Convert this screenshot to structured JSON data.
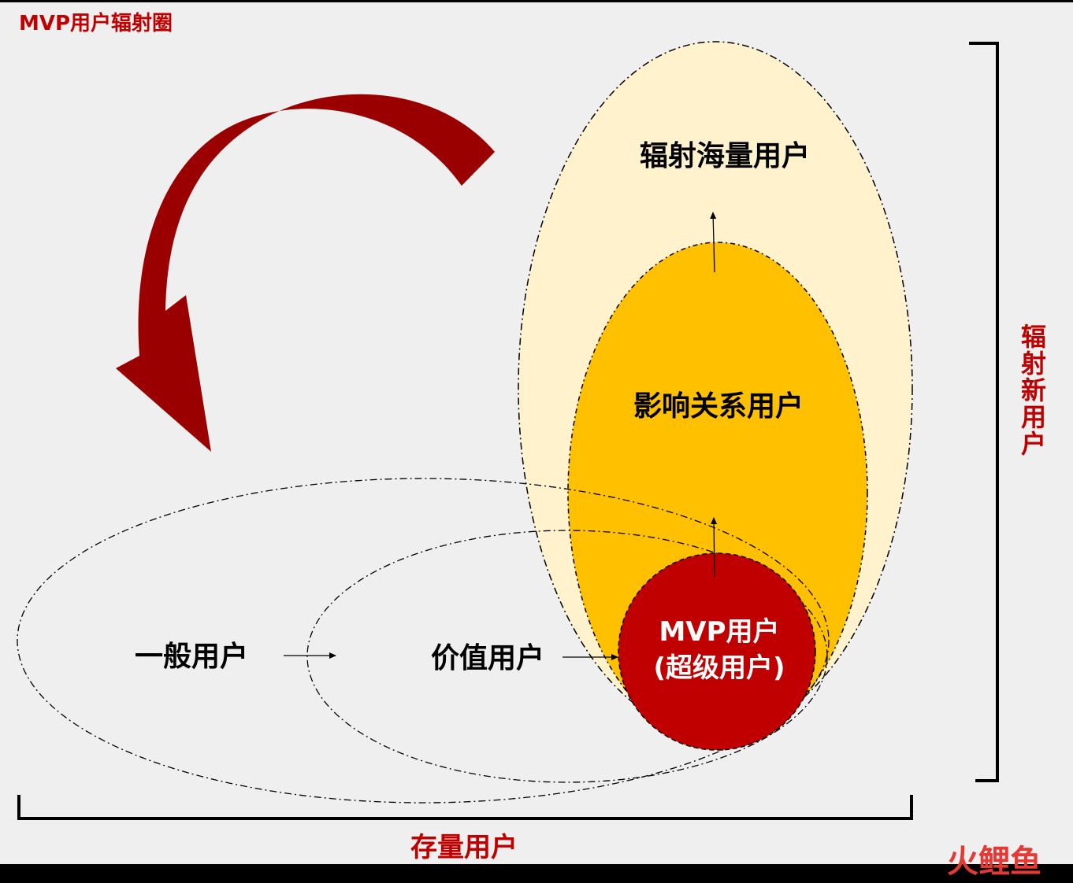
{
  "title": "MVP用户辐射圈",
  "labels": {
    "radiate_mass": "辐射海量用户",
    "influence": "影响关系用户",
    "mvp_line1": "MVP用户",
    "mvp_line2": "(超级用户)",
    "general": "一般用户",
    "value": "价值用户",
    "radiate_new": "辐射新用户",
    "stock": "存量用户"
  },
  "watermark": "火鲤鱼",
  "colors": {
    "background": "#efefef",
    "outer_ellipse": "#fff2cc",
    "middle_ellipse": "#ffc000",
    "mvp_circle": "#c00000",
    "arrow": "#9b0000",
    "accent_text": "#c00000"
  }
}
